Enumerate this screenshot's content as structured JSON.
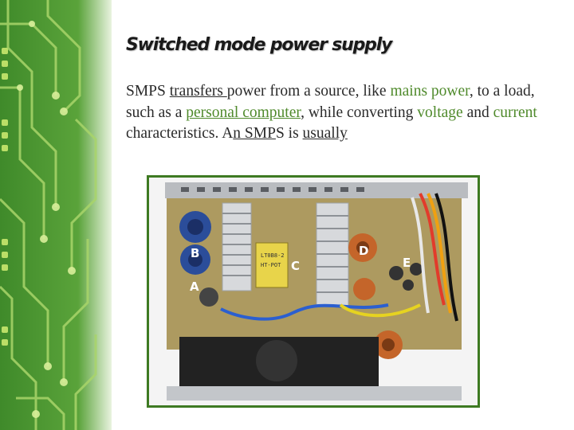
{
  "slide": {
    "title": "Switched mode power supply",
    "paragraph": [
      {
        "text": "SMPS ",
        "style": "plain"
      },
      {
        "text": "transfers ",
        "style": "ul"
      },
      {
        "text": "power from a source, like ",
        "style": "plain"
      },
      {
        "text": "mains power",
        "style": "green"
      },
      {
        "text": ", to a load, such as a ",
        "style": "plain"
      },
      {
        "text": "personal computer",
        "style": "green-ul"
      },
      {
        "text": ", while converting ",
        "style": "plain"
      },
      {
        "text": "voltage",
        "style": "green"
      },
      {
        "text": " and ",
        "style": "plain"
      },
      {
        "text": "current",
        "style": "green"
      },
      {
        "text": " characteristics. A",
        "style": "plain"
      },
      {
        "text": "n SMP",
        "style": "ul"
      },
      {
        "text": "S is ",
        "style": "plain"
      },
      {
        "text": "usually ",
        "style": "ul"
      }
    ]
  },
  "photo": {
    "labels": [
      "A",
      "B",
      "C",
      "D",
      "E"
    ],
    "transformer_text": [
      "LT0B8-2",
      "HT-POT"
    ]
  },
  "colors": {
    "accent_green": "#4f8a2b",
    "frame_green": "#3e7a22",
    "circuit_bg": "#3f8b2a"
  },
  "icons": {
    "sidebar": "circuit-board-pattern"
  }
}
